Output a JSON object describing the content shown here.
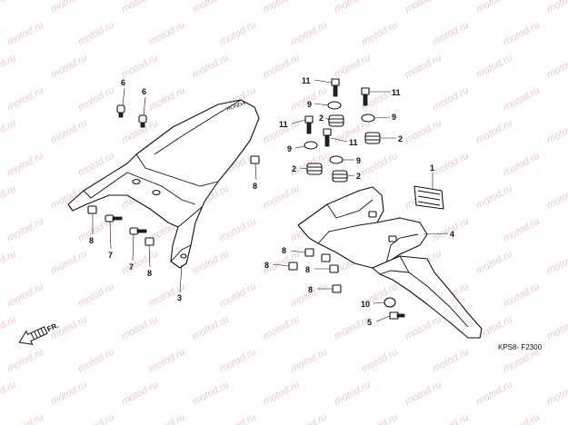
{
  "watermark": "motod.ru",
  "brand_mark": "HONDA",
  "front_indicator": "FR.",
  "diagram_code": "KPS8- F2300",
  "callout_labels": {
    "c1": "1",
    "c2a": "2",
    "c2b": "2",
    "c2c": "2",
    "c3": "3",
    "c4": "4",
    "c5": "5",
    "c6a": "6",
    "c6b": "6",
    "c7a": "7",
    "c7b": "7",
    "c8a": "8",
    "c8b": "8",
    "c8c": "8",
    "c8d": "8",
    "c8e": "8",
    "c8f": "8",
    "c8g": "8",
    "c9a": "9",
    "c9b": "9",
    "c9c": "9",
    "c9d": "9",
    "c10": "10",
    "c11a": "11",
    "c11b": "11",
    "c11c": "11",
    "c11d": "11"
  }
}
